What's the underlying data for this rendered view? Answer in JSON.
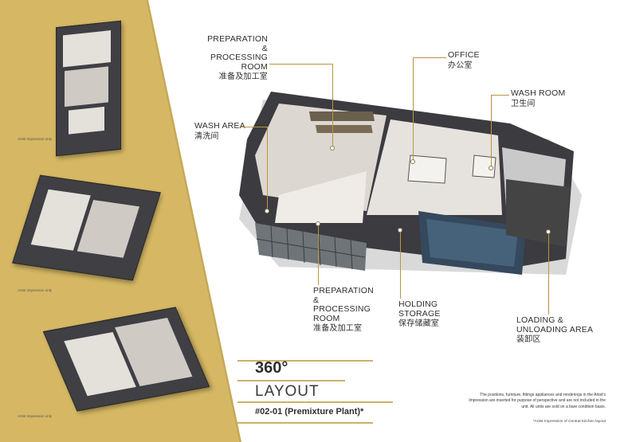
{
  "artist_note": "Artist Impression only",
  "labels": {
    "prep_top": {
      "en": "PREPARATION & PROCESSING ROOM",
      "cn": "准备及加工室"
    },
    "office": {
      "en": "OFFICE",
      "cn": "办公室"
    },
    "wash_room": {
      "en": "WASH ROOM",
      "cn": "卫生间"
    },
    "wash_area": {
      "en": "WASH AREA",
      "cn": "清洗间"
    },
    "prep_bottom": {
      "en": "PREPARATION & PROCESSING ROOM",
      "cn": "准备及加工室"
    },
    "holding": {
      "en": "HOLDING STORAGE",
      "cn": "保存储藏室"
    },
    "loading": {
      "en": "LOADING & UNLOADING AREA",
      "cn": "装卸区"
    }
  },
  "title": {
    "degrees": "360°",
    "layout": "LAYOUT",
    "unit": "#02-01 (Premixture Plant)*"
  },
  "disclaimer": "The positions, furniture, fittings appliances and renderings in the Artist's Impression are inserted for purpose of perspective and are not included in the unit. All units are sold on a bare condition basis.",
  "footnote": "*Artist Impression of Central Kitchen layout",
  "colors": {
    "gold": "#d4b660",
    "dark_wall": "#3b3b40",
    "accent": "#b8963f"
  }
}
